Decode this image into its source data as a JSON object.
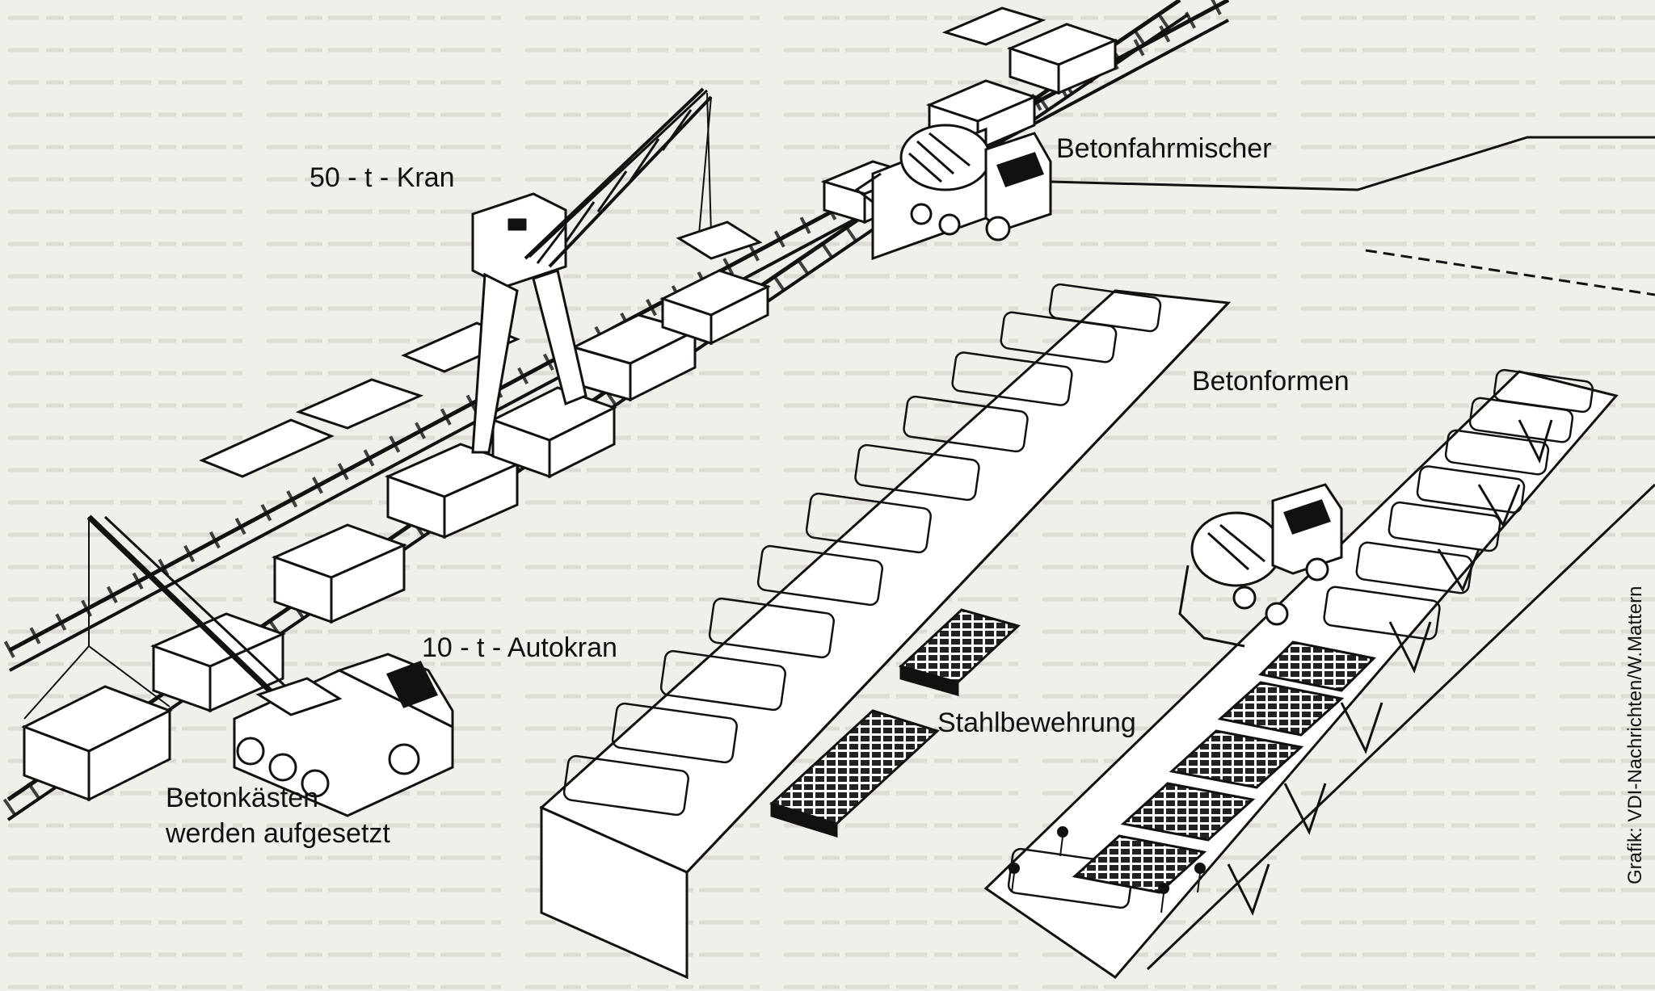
{
  "labels": {
    "crane_50t": "50 - t - Kran",
    "mixer_truck": "Betonfahrmischer",
    "forms": "Betonformen",
    "mobile_crane": "10 - t - Autokran",
    "reinforcement": "Stahlbewehrung",
    "boxes_line1": "Betonkästen",
    "boxes_line2": "werden aufgesetzt"
  },
  "credit": "Grafik: VDI-Nachrichten/W.Mattern"
}
